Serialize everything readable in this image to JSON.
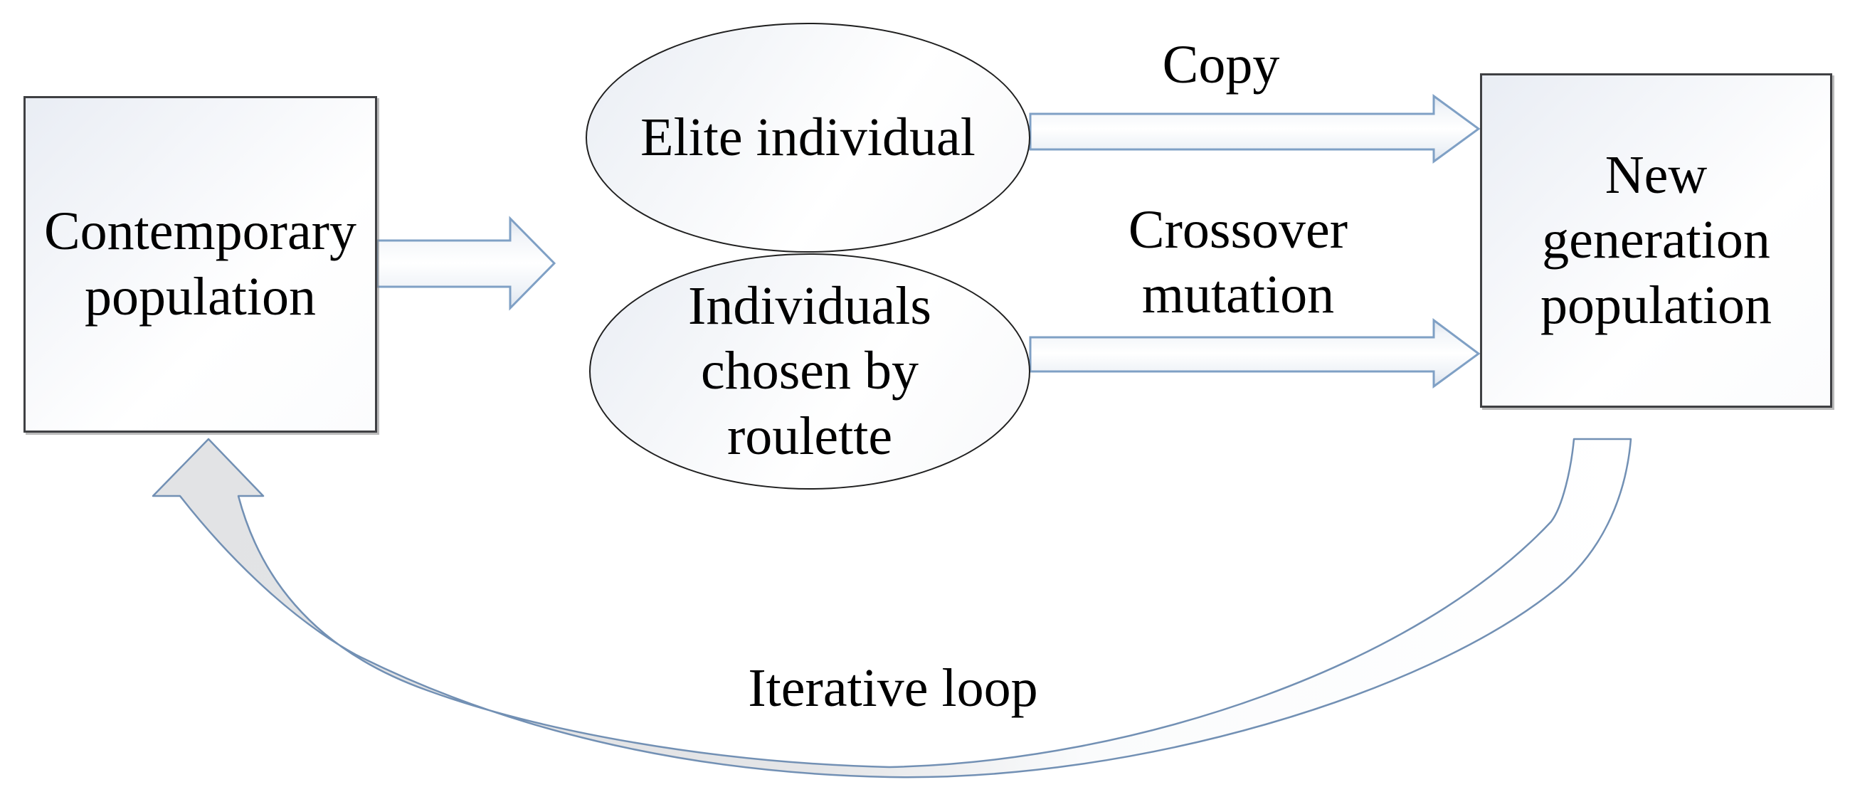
{
  "diagram": {
    "nodes": {
      "contemporary": "Contemporary population",
      "elite": "Elite individual",
      "roulette": "Individuals chosen by roulette",
      "new_generation": "New generation population"
    },
    "labels": {
      "copy": "Copy",
      "crossover": "Crossover mutation",
      "iterative": "Iterative loop"
    },
    "colors": {
      "background": "#ffffff",
      "text": "#000000",
      "box_border": "#3f4043",
      "ellipse_border": "#1f1f1f",
      "shape_fill_tint": "#e9edf4",
      "straight_arrow_outline": "#7fa0c5",
      "loop_arrow_outline": "#7290b4",
      "loop_arrow_fill_gray": "#e2e3e5"
    }
  }
}
